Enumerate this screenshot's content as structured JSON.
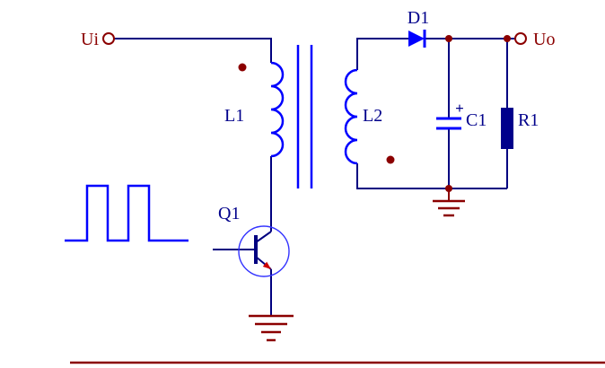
{
  "diagram": {
    "kind": "circuit-schematic",
    "description": "Flyback converter schematic with input Ui, transformer L1/L2, switching transistor Q1 driven by a square wave, output rectifier D1, filter capacitor C1, load resistor R1 and output Uo",
    "labels": {
      "input": "Ui",
      "output": "Uo",
      "diode": "D1",
      "primary_winding": "L1",
      "secondary_winding": "L2",
      "transistor": "Q1",
      "capacitor": "C1",
      "capacitor_polarity": "+",
      "resistor": "R1"
    },
    "colors": {
      "background": "#FFFFFF",
      "wire": "#000080",
      "component_graphic": "#0000FF",
      "designator_text": "#00008B",
      "net_label_text": "#8B0000",
      "junction_dot": "#8B0000",
      "ground_symbol": "#8B0000",
      "emitter_arrow": "#CC0000",
      "sheet_border": "#8B0000"
    }
  }
}
